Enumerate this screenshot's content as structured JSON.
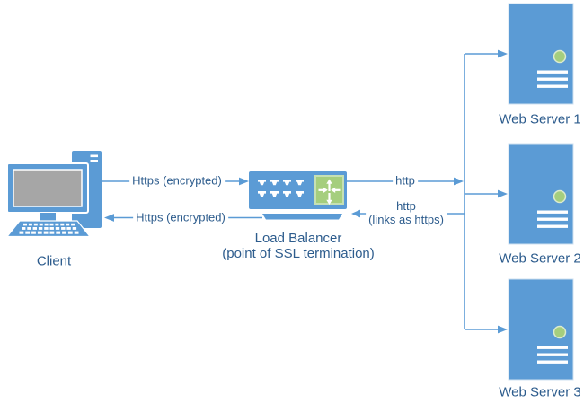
{
  "client": {
    "label": "Client",
    "icon": "desktop-computer-icon"
  },
  "load_balancer": {
    "label": "Load Balancer",
    "sublabel": "(point of SSL termination)",
    "icon": "network-switch-icon",
    "route_icon": "load-balancing-arrows-icon"
  },
  "servers": [
    {
      "label": "Web Server 1",
      "icon": "server-tower-icon"
    },
    {
      "label": "Web Server 2",
      "icon": "server-tower-icon"
    },
    {
      "label": "Web Server 3",
      "icon": "server-tower-icon"
    }
  ],
  "edges": {
    "client_to_lb_label": "Https (encrypted)",
    "lb_to_client_label": "Https (encrypted)",
    "lb_to_servers_label": "http",
    "servers_to_lb_label_line1": "http",
    "servers_to_lb_label_line2": "(links as https)"
  },
  "colors": {
    "shape_blue": "#5B9BD5",
    "text_blue": "#2D5C8D",
    "screen_gray": "#A6A6A6",
    "status_green": "#A5CE7E",
    "green_border": "#C6E0B4",
    "detail_white": "#FFFFFF"
  }
}
